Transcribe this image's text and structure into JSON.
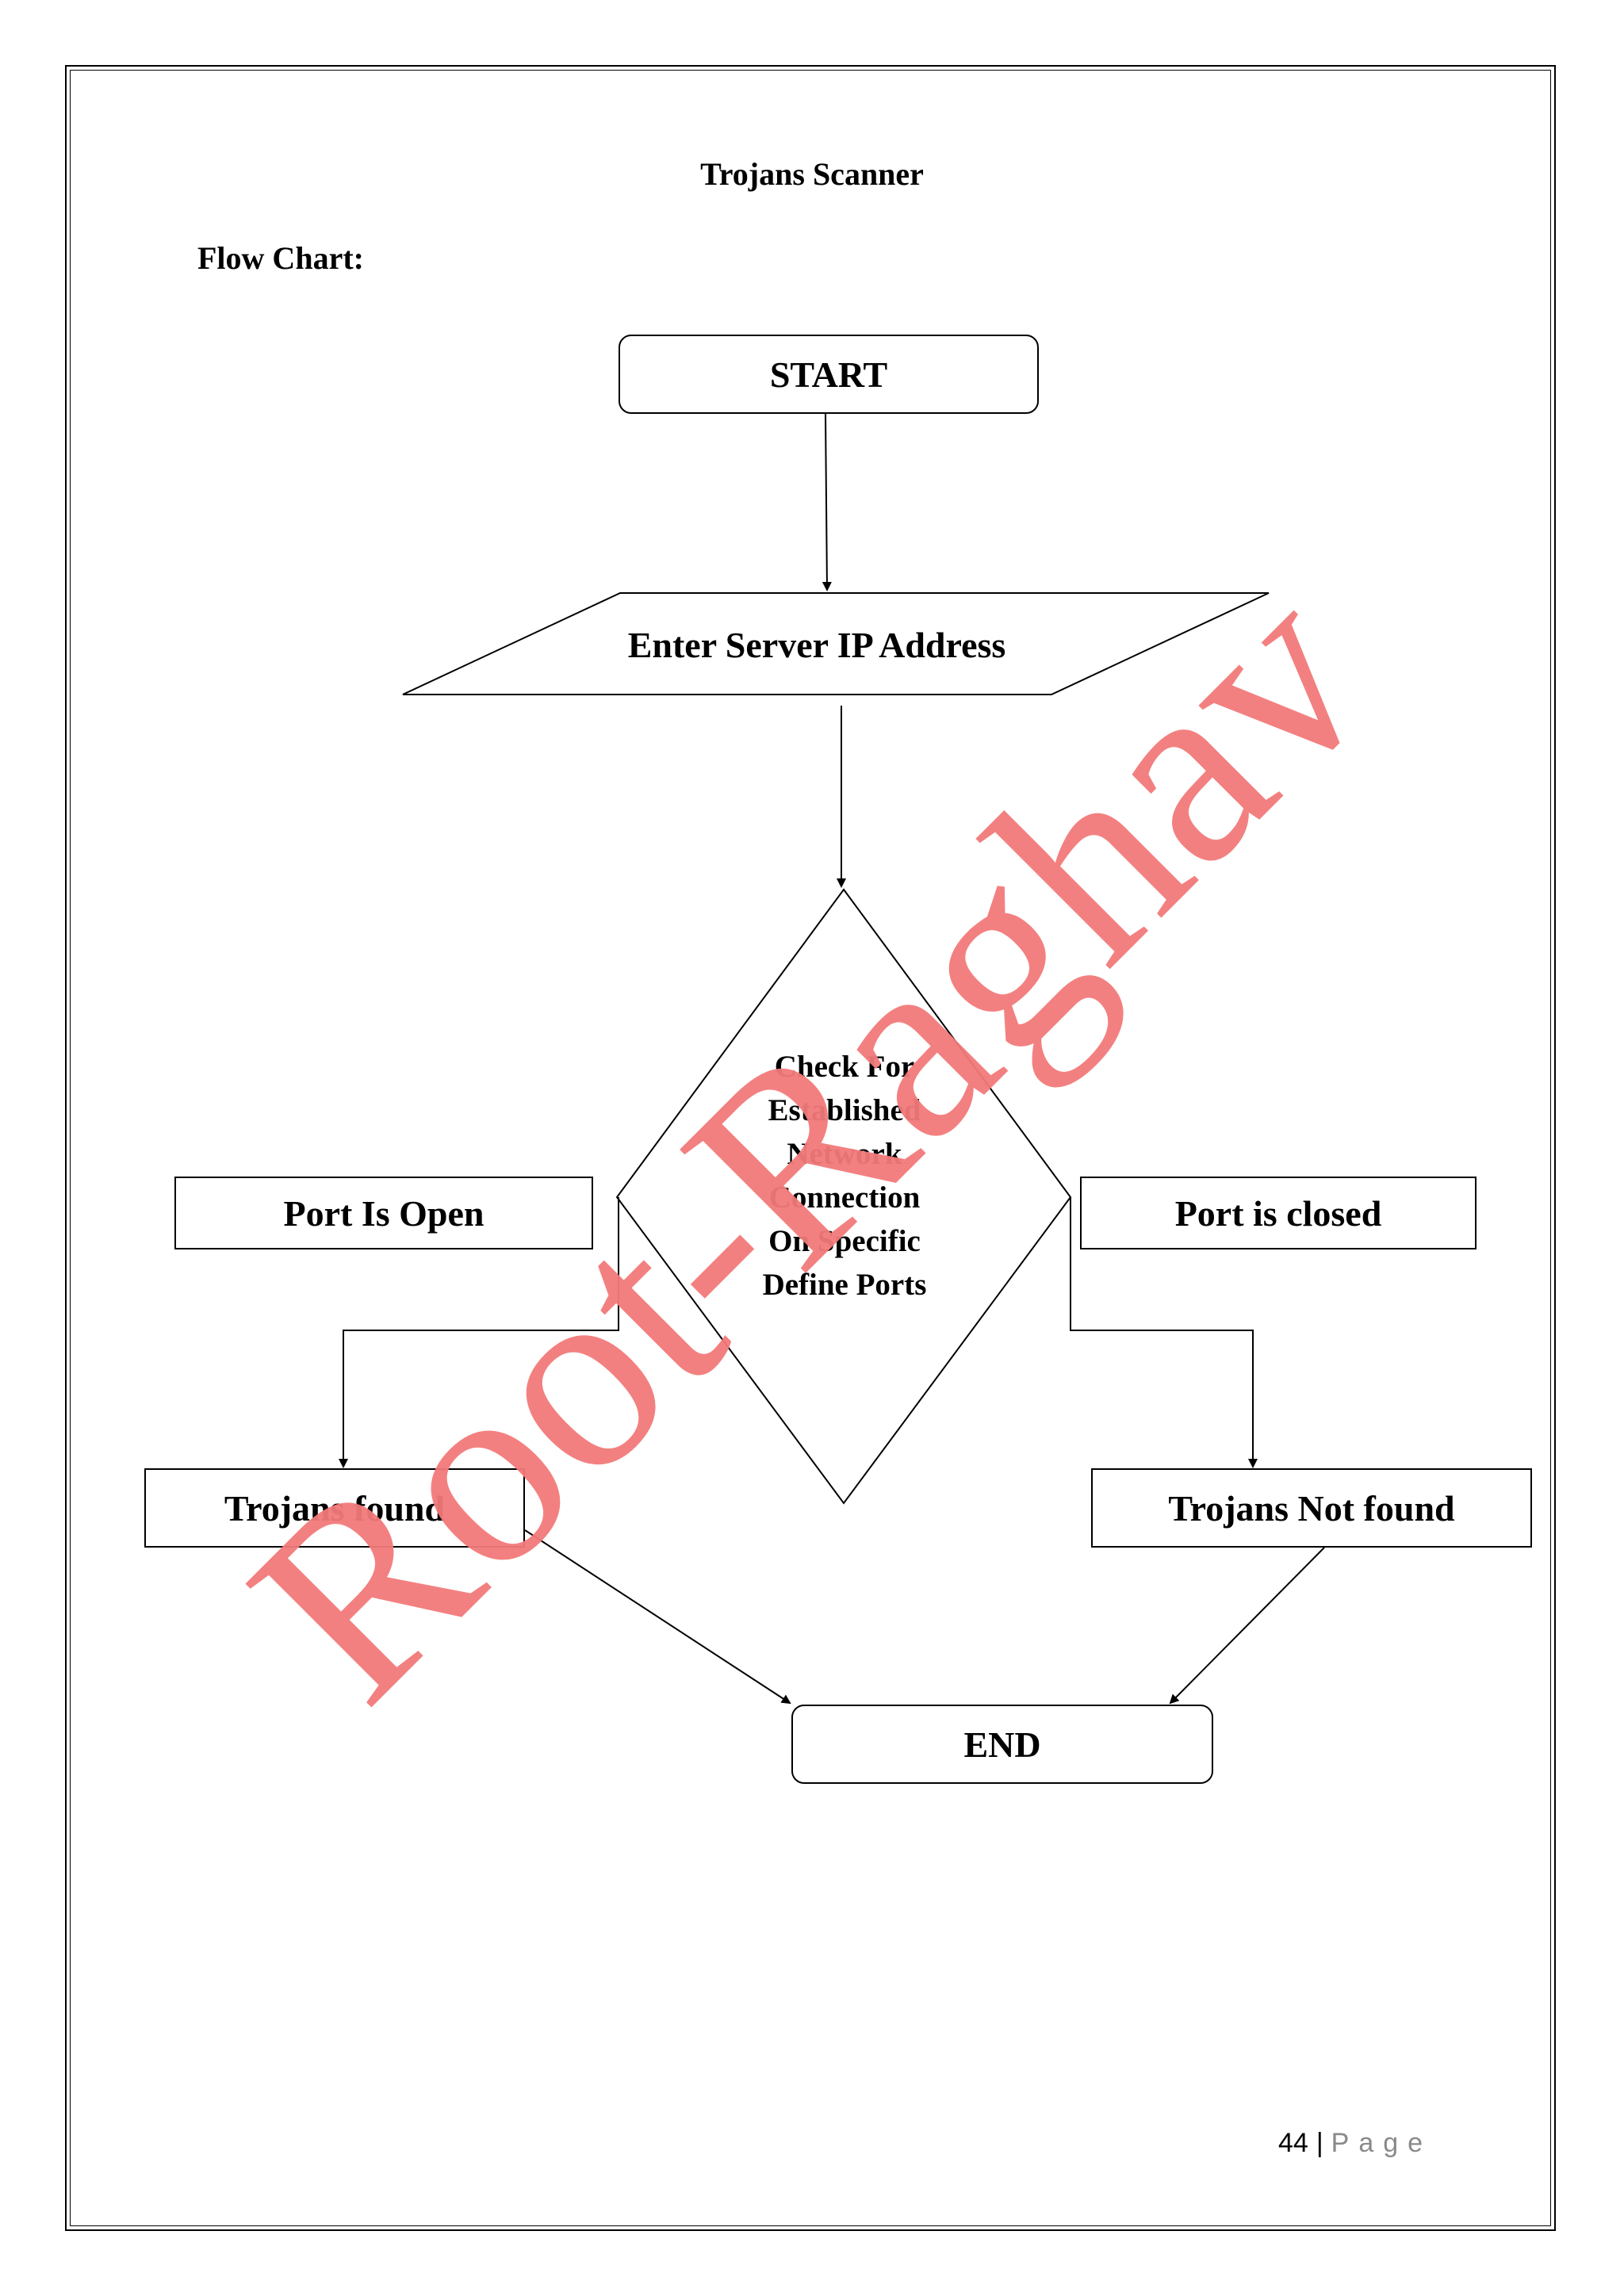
{
  "document": {
    "title": "Trojans Scanner",
    "heading": "Flow Chart:",
    "watermark": "Root-Raghav",
    "footer": {
      "page_number": "44",
      "separator": "|",
      "page_word": "Page"
    }
  },
  "diagram": {
    "nodes": {
      "start": "START",
      "input": "Enter Server IP Address",
      "decision": [
        "Check For",
        "Established",
        "Network",
        "Connection",
        "On Specific",
        "Define Ports"
      ],
      "port_open": "Port Is Open",
      "port_closed": "Port is closed",
      "trojans_found": "Trojans found",
      "trojans_not_found": "Trojans Not found",
      "end": "END"
    },
    "edges": [
      {
        "from": "start",
        "to": "input"
      },
      {
        "from": "input",
        "to": "decision"
      },
      {
        "from": "decision",
        "to": "trojans_found",
        "label": "port_open"
      },
      {
        "from": "decision",
        "to": "trojans_not_found",
        "label": "port_closed"
      },
      {
        "from": "trojans_found",
        "to": "end"
      },
      {
        "from": "trojans_not_found",
        "to": "end"
      }
    ]
  }
}
